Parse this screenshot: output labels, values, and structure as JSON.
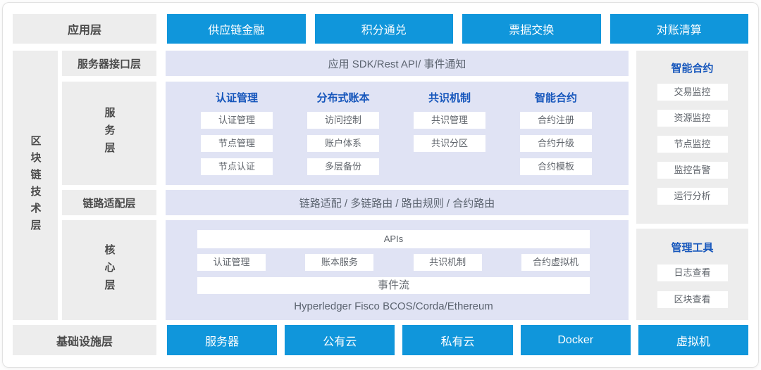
{
  "colors": {
    "accent_blue": "#1096db",
    "header_blue": "#1757bc",
    "content_lavender": "#e0e3f4",
    "label_gray": "#ededed"
  },
  "app_layer": {
    "label": "应用层",
    "buttons": [
      "供应链金融",
      "积分通兑",
      "票据交换",
      "对账清算"
    ]
  },
  "blockchain_layer": {
    "vertical_label": "区块链技术层",
    "interface_row": {
      "label": "服务器接口层",
      "content": "应用 SDK/Rest API/ 事件通知"
    },
    "service_row": {
      "label": "服务层",
      "groups": [
        {
          "header": "认证管理",
          "items": [
            "认证管理",
            "节点管理",
            "节点认证"
          ]
        },
        {
          "header": "分布式账本",
          "items": [
            "访问控制",
            "账户体系",
            "多层备份"
          ]
        },
        {
          "header": "共识机制",
          "items": [
            "共识管理",
            "共识分区"
          ]
        },
        {
          "header": "智能合约",
          "items": [
            "合约注册",
            "合约升级",
            "合约模板"
          ]
        }
      ]
    },
    "link_row": {
      "label": "链路适配层",
      "content": "链路适配 / 多链路由 / 路由规则 / 合约路由"
    },
    "core_row": {
      "label": "核心层",
      "apis_bar": "APIs",
      "modules": [
        "认证管理",
        "账本服务",
        "共识机制",
        "合约虚拟机"
      ],
      "event_bar": "事件流",
      "platforms": "Hyperledger Fisco BCOS/Corda/Ethereum"
    }
  },
  "right_panels": [
    {
      "header": "智能合约",
      "items": [
        "交易监控",
        "资源监控",
        "节点监控",
        "监控告警",
        "运行分析"
      ]
    },
    {
      "header": "管理工具",
      "items": [
        "日志查看",
        "区块查看"
      ]
    }
  ],
  "infra_layer": {
    "label": "基础设施层",
    "buttons": [
      "服务器",
      "公有云",
      "私有云",
      "Docker",
      "虚拟机"
    ]
  }
}
